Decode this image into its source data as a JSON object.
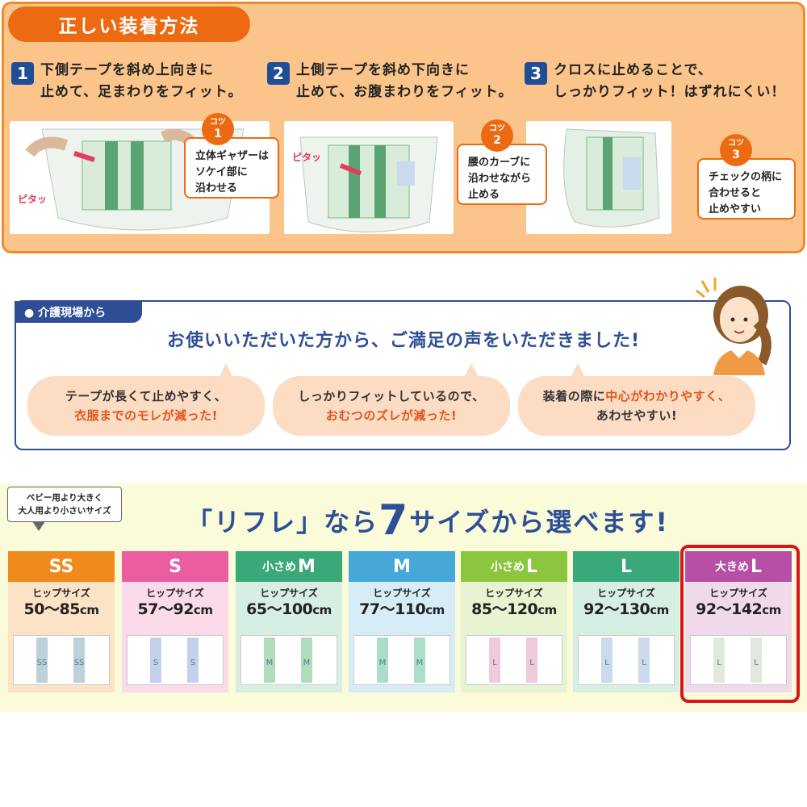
{
  "howto": {
    "title": "正しい装着方法",
    "steps": [
      {
        "num": "1",
        "line1": "下側テープを斜め上向きに",
        "line2": "止めて、足まわりをフィット。"
      },
      {
        "num": "2",
        "line1": "上側テープを斜め下向きに",
        "line2": "止めて、お腹まわりをフィット。"
      },
      {
        "num": "3",
        "line1": "クロスに止めることで、",
        "line2": "しっかりフィット！はずれにくい！"
      }
    ],
    "tips": [
      {
        "badge_top": "コツ",
        "badge_num": "1",
        "line1": "立体ギャザーは",
        "line2": "ソケイ部に",
        "line3": "沿わせる"
      },
      {
        "badge_top": "コツ",
        "badge_num": "2",
        "line1": "腰のカーブに",
        "line2": "沿わせながら",
        "line3": "止める"
      },
      {
        "badge_top": "コツ",
        "badge_num": "3",
        "line1": "チェックの柄に",
        "line2": "合わせると",
        "line3": "止めやすい"
      }
    ],
    "pitatto": "ピタッ",
    "colors": {
      "frame": "#f08b2a",
      "bg": "#fbc48a",
      "title": "#ec6b12",
      "step_num": "#1f4e96"
    }
  },
  "voices": {
    "tag": "● 介護現場から",
    "headline": "お使いいただいた方から、ご満足の声をいただきました!",
    "bubbles": [
      {
        "pre1": "テープが長くて止めやすく、",
        "hl": "衣服までのモレが減った!",
        "post2": ""
      },
      {
        "pre1": "しっかりフィットしているので、",
        "hl": "おむつのズレが減った!",
        "post2": ""
      },
      {
        "pre1": "装着の際に",
        "hl1": "中心がわかりやすく、",
        "line2": "あわせやすい!"
      }
    ],
    "colors": {
      "frame": "#2e4f95",
      "bubble": "#fcdcc3",
      "highlight": "#e1551f"
    }
  },
  "sizes": {
    "note_line1": "ベビー用より大きく",
    "note_line2": "大人用より小さいサイズ",
    "headline_pre": "「リフレ」なら",
    "headline_num": "7",
    "headline_post": "サイズから選べます!",
    "hip_label": "ヒップサイズ",
    "unit": "cm",
    "cards": [
      {
        "prefix": "",
        "name": "SS",
        "range": "50〜85",
        "color": "#f08a1c",
        "light": "#fde3c6",
        "mark": "SS",
        "stripe": "#8fb3c2"
      },
      {
        "prefix": "",
        "name": "S",
        "range": "57〜92",
        "color": "#ea5ea0",
        "light": "#fbdbe9",
        "mark": "S",
        "stripe": "#9eb3e0"
      },
      {
        "prefix": "小さめ",
        "name": "M",
        "range": "65〜100",
        "color": "#3aa97a",
        "light": "#d7efe2",
        "mark": "M",
        "stripe": "#7cc48d"
      },
      {
        "prefix": "",
        "name": "M",
        "range": "77〜110",
        "color": "#45a8d8",
        "light": "#d6ecf7",
        "mark": "M",
        "stripe": "#73c8a5"
      },
      {
        "prefix": "小さめ",
        "name": "L",
        "range": "85〜120",
        "color": "#8cc63f",
        "light": "#e7f3d1",
        "mark": "L",
        "stripe": "#e4a7c5"
      },
      {
        "prefix": "",
        "name": "L",
        "range": "92〜130",
        "color": "#3aa97a",
        "light": "#d7efe2",
        "mark": "L",
        "stripe": "#a9c2e0"
      },
      {
        "prefix": "大きめ",
        "name": "L",
        "range": "92〜142",
        "color": "#b84fa6",
        "light": "#f1d9ec",
        "mark": "L",
        "stripe": "#cfd9c7"
      }
    ],
    "selected_index": 6,
    "selected_border_color": "#d8151b"
  }
}
